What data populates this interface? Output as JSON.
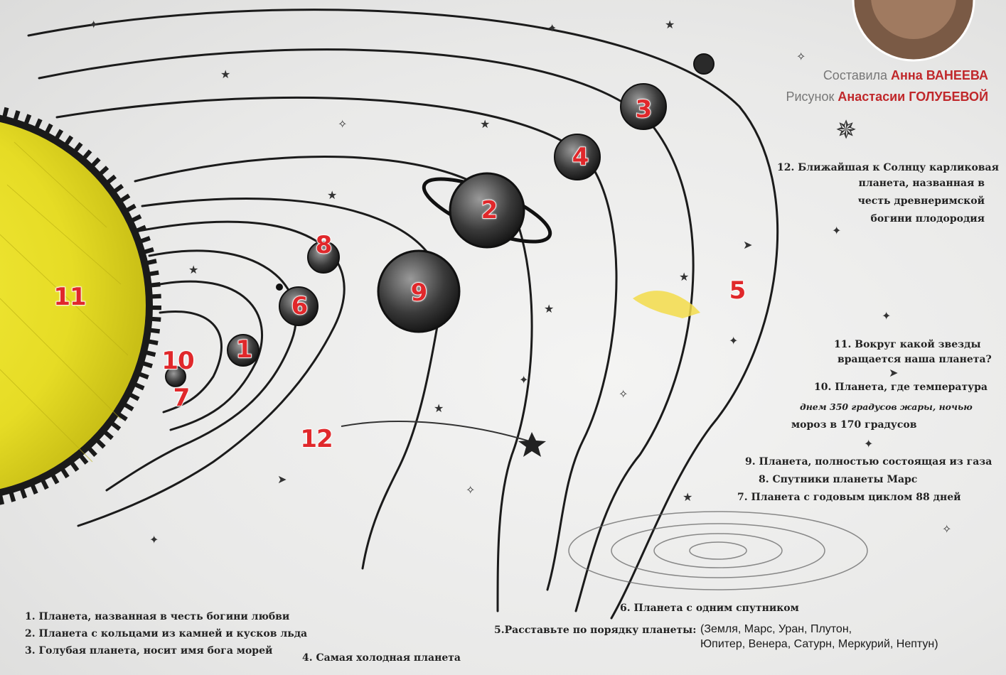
{
  "credits": {
    "compiler_prefix": "Составила",
    "compiler_name": "Анна ВАНЕЕВА",
    "artist_prefix": "Рисунок",
    "artist_name": "Анастасии ГОЛУБЕВОЙ"
  },
  "planet_numbers": [
    "1",
    "2",
    "3",
    "4",
    "5",
    "6",
    "7",
    "8",
    "9",
    "10",
    "11",
    "12"
  ],
  "questions_bottom": {
    "q1": "1. Планета, названная  в  честь богини любви",
    "q2": "2. Планета с кольцами из камней и кусков льда",
    "q3": "3. Голубая планета, носит имя бога морей",
    "q4": "4. Самая холодная планета",
    "q5": "5.Расставьте по порядку планеты:",
    "q6": "6. Планета с одним спутником"
  },
  "questions_right": {
    "q7": "7. Планета с годовым циклом 88 дней",
    "q8": "8. Спутники планеты Марс",
    "q9": "9. Планета, полностью состоящая из газа",
    "q10_line1": "10. Планета, где температура",
    "q10_line2": "днем 350 градусов жары, ночью",
    "q10_line3": "мороз в 170 градусов",
    "q11_line1": "11. Вокруг какой звезды",
    "q11_line2": "вращается наша планета?",
    "q12_line1": "12. Ближайшая к  Солнцу карликовая",
    "q12_line2": "планета,   названная в",
    "q12_line3": "честь древнеримской",
    "q12_line4": "богини плодородия"
  },
  "answers": {
    "line1": "(Земля, Марс, Уран, Плутон,",
    "line2": "Юпитер, Венера, Сатурн, Меркурий, Нептун)"
  },
  "colors": {
    "sun": "#f2e629",
    "number": "#e0282b",
    "credit_name": "#c0282b"
  }
}
